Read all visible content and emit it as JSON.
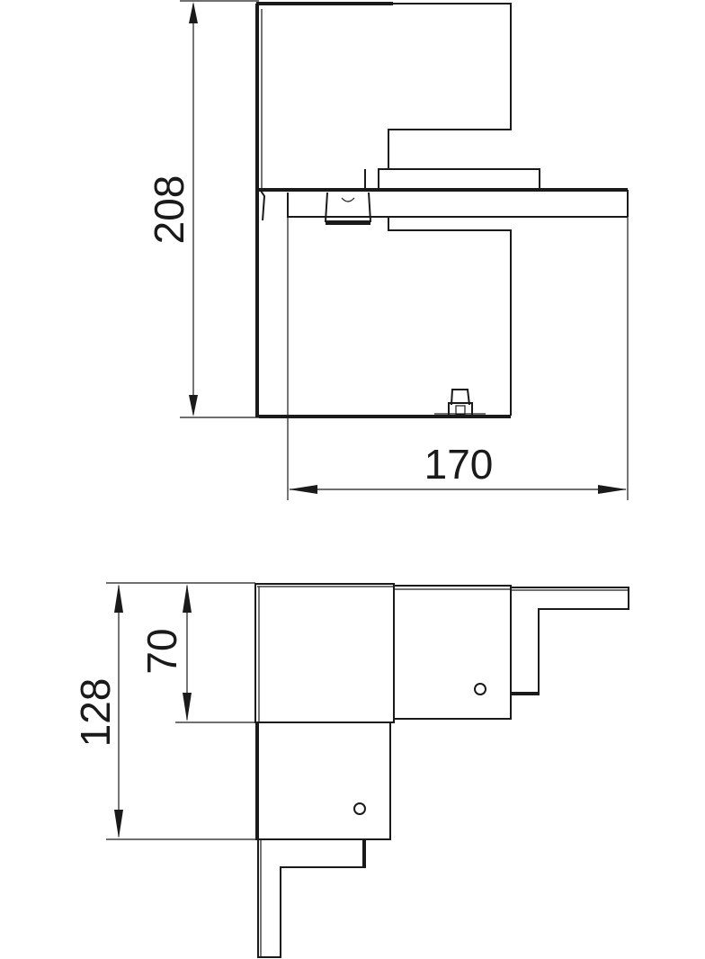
{
  "drawing": {
    "type": "technical-drawing",
    "views": [
      {
        "name": "top-view",
        "dimensions": {
          "height": "208",
          "width": "170"
        }
      },
      {
        "name": "side-view",
        "dimensions": {
          "total_height": "128",
          "upper_height": "70"
        }
      }
    ],
    "colors": {
      "line": "#1a1a1a",
      "background": "#ffffff"
    }
  }
}
